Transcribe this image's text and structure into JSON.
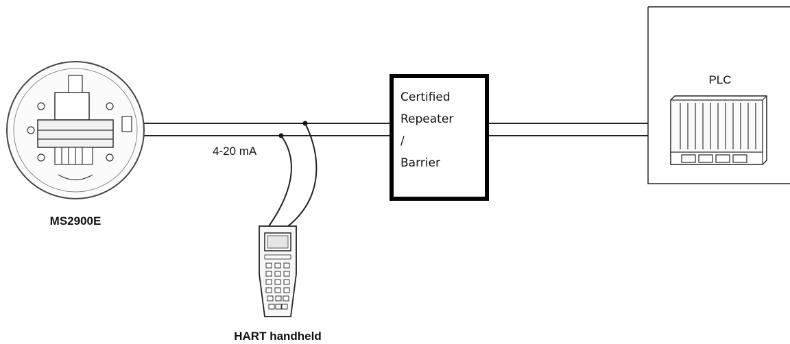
{
  "labels": {
    "transmitter": "MS2900E",
    "signal": "4-20 mA",
    "handheld": "HART handheld",
    "plc": "PLC",
    "barrier_lines": [
      "Certified",
      "Repeater",
      "/",
      "Barrier"
    ]
  },
  "icons": {
    "transmitter": "transmitter-device-icon",
    "handheld": "hart-communicator-icon",
    "plc": "plc-rack-icon"
  },
  "colors": {
    "line": "#222222",
    "barrier_border": "#000000"
  }
}
